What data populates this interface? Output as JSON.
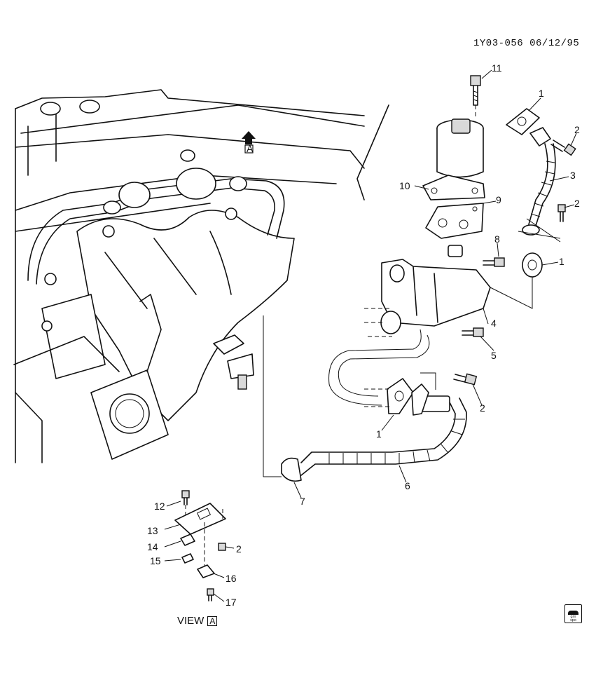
{
  "reference": "1Y03-056  06/12/95",
  "view_a_marker": "A",
  "view_caption": {
    "label": "VIEW",
    "box": "A"
  },
  "logo": {
    "line1": "gm",
    "line2": "spo"
  },
  "callouts": [
    "11",
    "1",
    "2",
    "3",
    "10",
    "9",
    "2",
    "8",
    "1",
    "4",
    "5",
    "2",
    "1",
    "6",
    "7",
    "12",
    "13",
    "2",
    "14",
    "15",
    "16",
    "17"
  ]
}
